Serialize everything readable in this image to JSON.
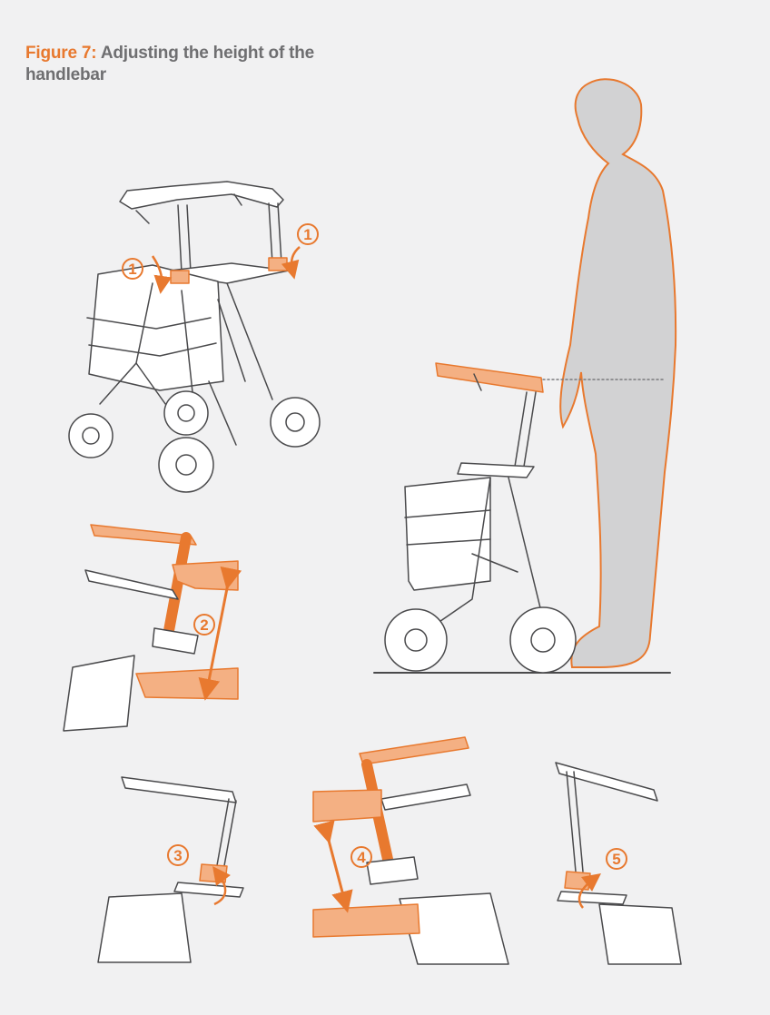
{
  "figure": {
    "number_label": "Figure 7:",
    "title": "Adjusting the height of the handlebar"
  },
  "steps": [
    {
      "label": "1",
      "description_icon": "release-lever-icon"
    },
    {
      "label": "1",
      "description_icon": "release-lever-icon"
    },
    {
      "label": "2",
      "description_icon": "double-arrow-icon"
    },
    {
      "label": "3",
      "description_icon": "rotate-arrow-icon"
    },
    {
      "label": "4",
      "description_icon": "double-arrow-icon"
    },
    {
      "label": "5",
      "description_icon": "rotate-arrow-icon"
    }
  ],
  "colors": {
    "accent": "#e8792f",
    "highlight_fill": "#f4b083",
    "background": "#f1f1f2",
    "line": "#4a4a4c",
    "person_fill": "#d2d2d3",
    "title_grey": "#6f6f71"
  }
}
